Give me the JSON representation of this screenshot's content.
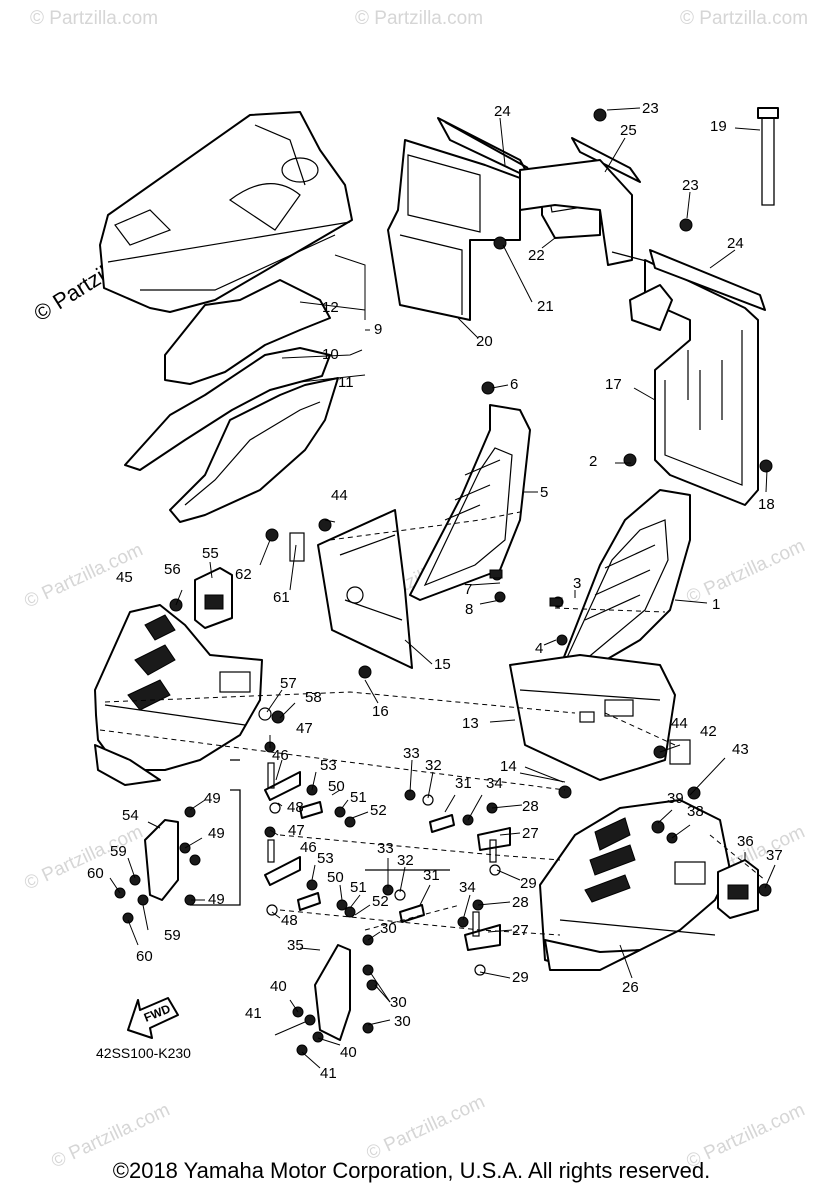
{
  "watermarks": {
    "repeat_text": "© Partzilla.com",
    "main_text": "© Partzilla.com"
  },
  "diagram_code": "42SS100-K230",
  "fwd_label": "FWD",
  "copyright": "©2018 Yamaha Motor Corporation, U.S.A. All rights reserved.",
  "callouts": [
    "1",
    "2",
    "3",
    "4",
    "5",
    "6",
    "7",
    "8",
    "9",
    "10",
    "11",
    "12",
    "13",
    "14",
    "15",
    "16",
    "17",
    "18",
    "19",
    "20",
    "21",
    "22",
    "23",
    "24",
    "25",
    "26",
    "27",
    "28",
    "29",
    "30",
    "31",
    "32",
    "33",
    "34",
    "35",
    "36",
    "37",
    "38",
    "39",
    "40",
    "41",
    "42",
    "43",
    "44",
    "45",
    "46",
    "47",
    "48",
    "49",
    "50",
    "51",
    "52",
    "53",
    "54",
    "55",
    "56",
    "57",
    "58",
    "59",
    "60",
    "61",
    "62"
  ]
}
